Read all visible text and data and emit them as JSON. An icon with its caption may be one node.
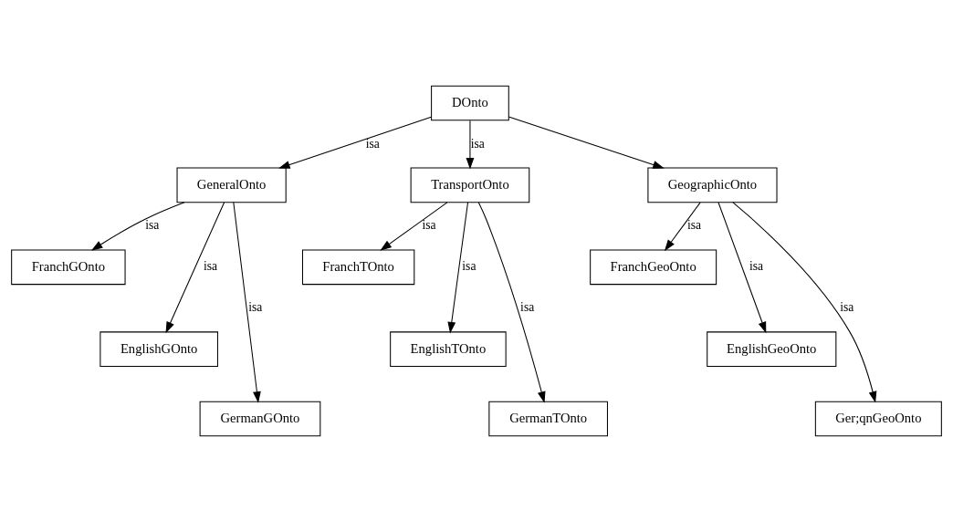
{
  "diagram": {
    "nodes": [
      {
        "text": [
          "DOnto"
        ]
      },
      {
        "text": [
          "GeneralOnto"
        ]
      },
      {
        "text": [
          "TransportOnto"
        ]
      },
      {
        "text": [
          "GeographicOnto"
        ]
      },
      {
        "text": [
          "FranchGOnto"
        ]
      },
      {
        "text": [
          "EnglishGOnto"
        ]
      },
      {
        "text": [
          "GermanGOnto"
        ]
      },
      {
        "text": [
          "FranchTOnto"
        ]
      },
      {
        "text": [
          "EnglishTOnto"
        ]
      },
      {
        "text": [
          "GermanTOnto"
        ]
      },
      {
        "text": [
          "FranchGeoOnto"
        ]
      },
      {
        "text": [
          "EnglishGeoOnto"
        ]
      },
      {
        "text": [
          "Ger;qnGeoOnto"
        ]
      }
    ],
    "edges": [
      {
        "from": 0,
        "to": 1,
        "arrow": "to",
        "label": "isa"
      },
      {
        "from": 0,
        "to": 2,
        "arrow": "to",
        "label": "isa"
      },
      {
        "from": 0,
        "to": 3,
        "arrow": "to"
      },
      {
        "from": 1,
        "to": 4,
        "arrow": "to",
        "label": "isa"
      },
      {
        "from": 1,
        "to": 5,
        "arrow": "to",
        "label": "isa"
      },
      {
        "from": 1,
        "to": 6,
        "arrow": "to",
        "label": "isa"
      },
      {
        "from": 2,
        "to": 7,
        "arrow": "to",
        "label": "isa"
      },
      {
        "from": 2,
        "to": 8,
        "arrow": "to",
        "label": "isa"
      },
      {
        "from": 2,
        "to": 9,
        "arrow": "to",
        "label": "isa"
      },
      {
        "from": 3,
        "to": 10,
        "arrow": "to",
        "label": "isa"
      },
      {
        "from": 3,
        "to": 11,
        "arrow": "to",
        "label": "isa"
      },
      {
        "from": 3,
        "to": 12,
        "arrow": "to",
        "label": "isa"
      }
    ]
  }
}
